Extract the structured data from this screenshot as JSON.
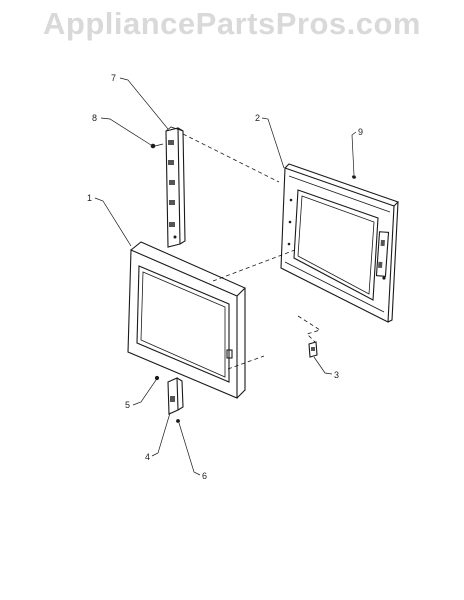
{
  "watermark": {
    "text": "AppliancePartsPros.com"
  },
  "callouts": [
    {
      "id": "part-1",
      "label": "1"
    },
    {
      "id": "part-2",
      "label": "2"
    },
    {
      "id": "part-3",
      "label": "3"
    },
    {
      "id": "part-4",
      "label": "4"
    },
    {
      "id": "part-5",
      "label": "5"
    },
    {
      "id": "part-6",
      "label": "6"
    },
    {
      "id": "part-7",
      "label": "7"
    },
    {
      "id": "part-8",
      "label": "8"
    },
    {
      "id": "part-9",
      "label": "9"
    }
  ],
  "colors": {
    "background": "#ffffff",
    "line": "#1a1a1a",
    "watermark": "#d9d9d9"
  }
}
